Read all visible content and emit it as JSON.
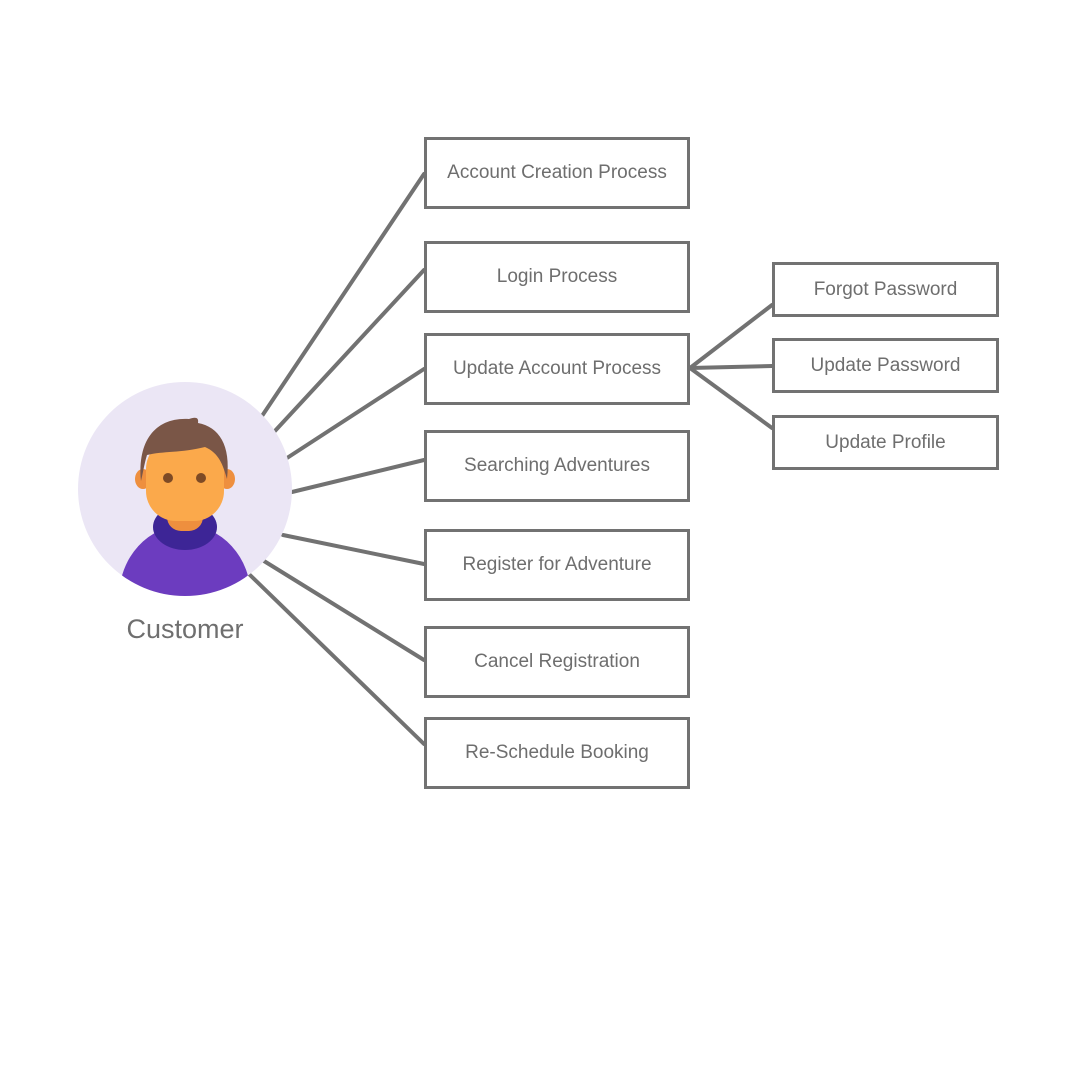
{
  "actor": {
    "label": "Customer",
    "icon": "customer-avatar-icon"
  },
  "processes": [
    {
      "label": "Account Creation Process"
    },
    {
      "label": "Login Process"
    },
    {
      "label": "Update Account Process",
      "subprocesses": [
        {
          "label": "Forgot Password"
        },
        {
          "label": "Update Password"
        },
        {
          "label": "Update Profile"
        }
      ]
    },
    {
      "label": "Searching Adventures"
    },
    {
      "label": "Register for Adventure"
    },
    {
      "label": "Cancel Registration"
    },
    {
      "label": "Re-Schedule Booking"
    }
  ],
  "colors": {
    "line": "#727272",
    "text": "#6e6e6e",
    "avatar_bg": "#ebe6f5",
    "skin": "#fba94b",
    "hair": "#7a5647",
    "shirt": "#6c3cbf"
  }
}
